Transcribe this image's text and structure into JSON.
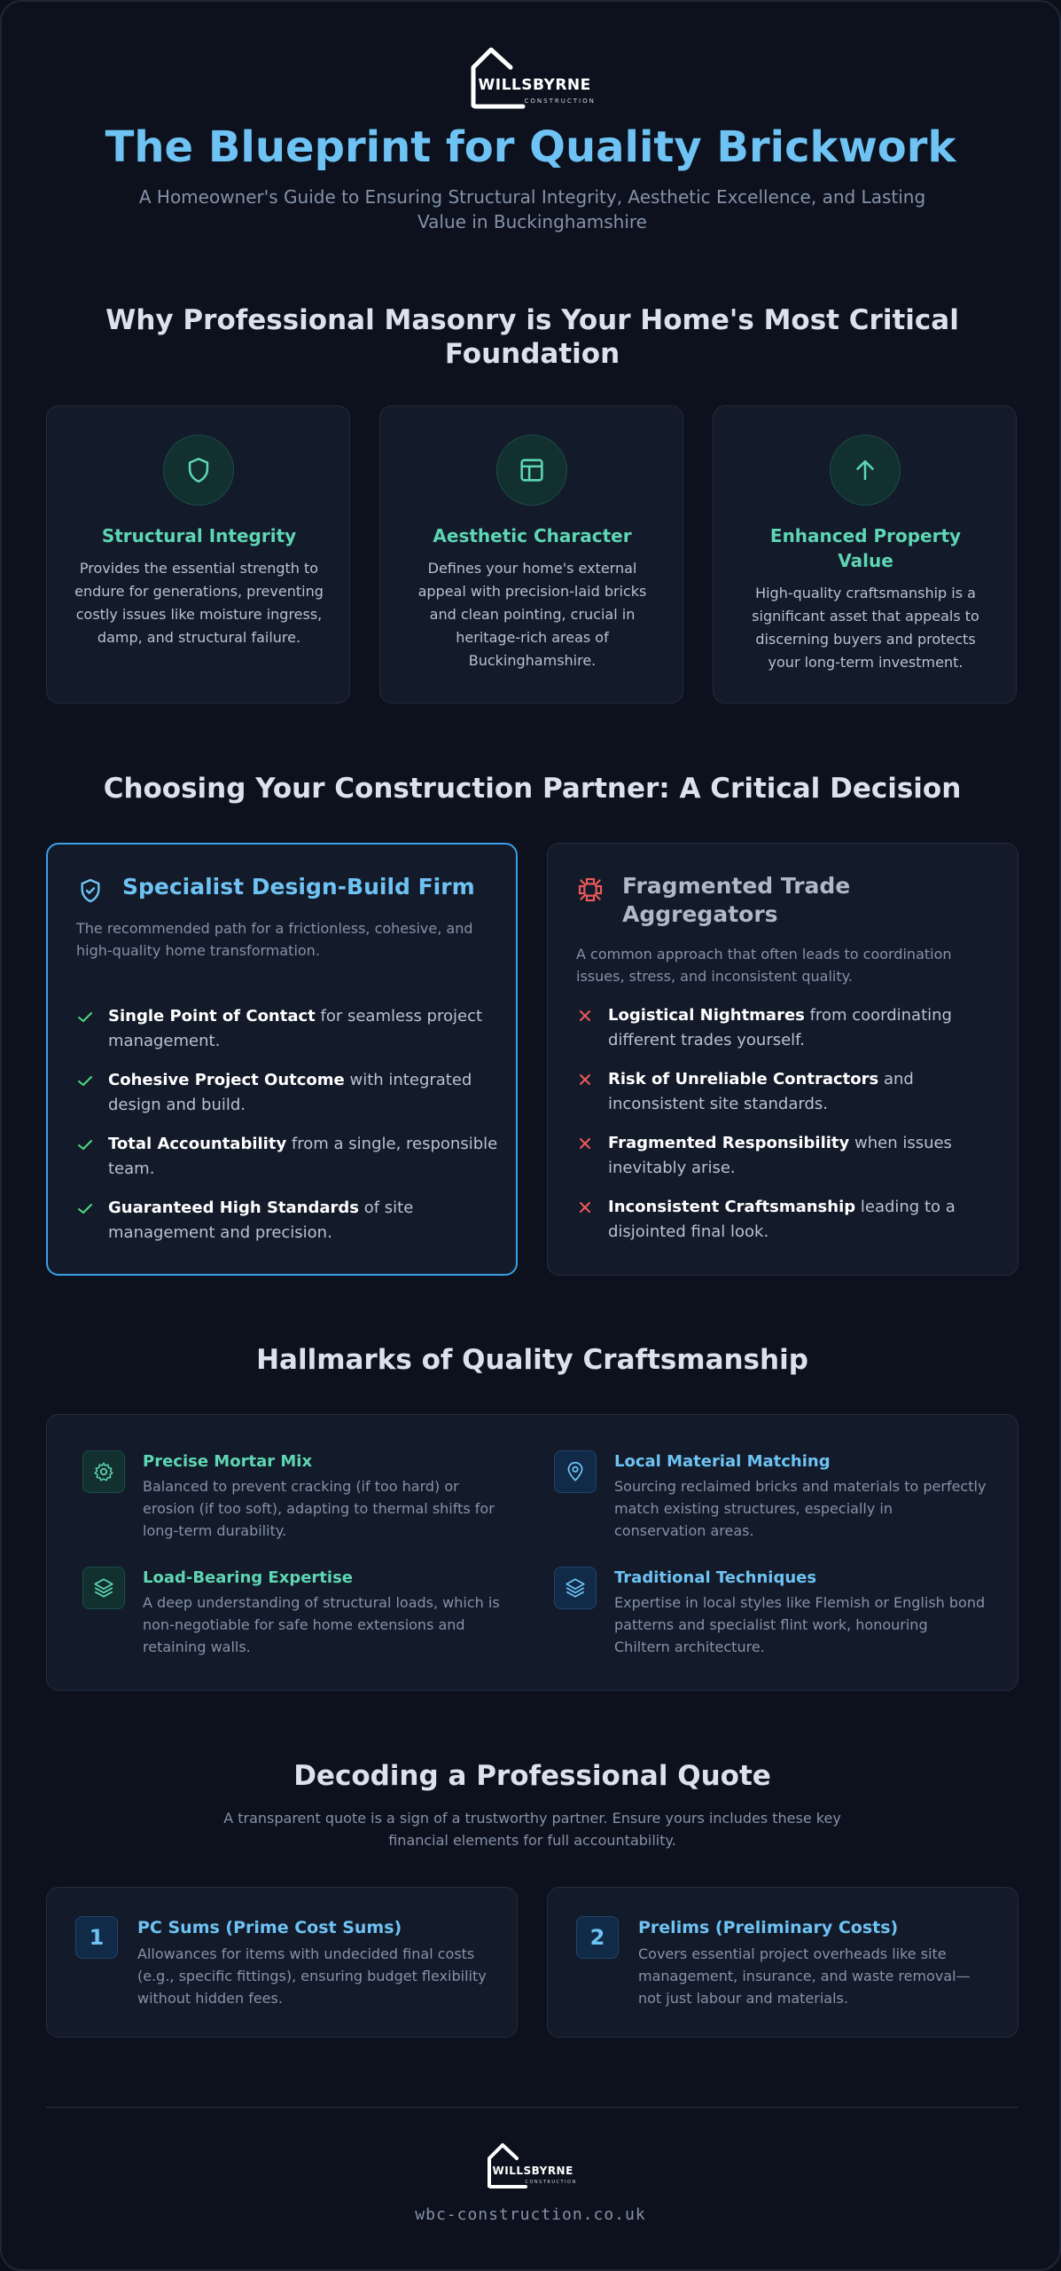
{
  "logo": {
    "word": "WILLSBYRNE",
    "sub": "CONSTRUCTION"
  },
  "header": {
    "title": "The Blueprint for Quality Brickwork",
    "subtitle": "A Homeowner's Guide to Ensuring Structural Integrity, Aesthetic Excellence, and Lasting Value in Buckinghamshire"
  },
  "why": {
    "heading": "Why Professional Masonry is Your Home's Most Critical Foundation",
    "cards": [
      {
        "icon": "shield-icon",
        "title": "Structural Integrity",
        "text": "Provides the essential strength to endure for generations, preventing costly issues like moisture ingress, damp, and structural failure."
      },
      {
        "icon": "layout-icon",
        "title": "Aesthetic Character",
        "text": "Defines your home's external appeal with precision-laid bricks and clean pointing, crucial in heritage-rich areas of Buckinghamshire."
      },
      {
        "icon": "arrow-up-icon",
        "title": "Enhanced Property Value",
        "text": "High-quality craftsmanship is a significant asset that appeals to discerning buyers and protects your long-term investment."
      }
    ]
  },
  "partner": {
    "heading": "Choosing Your Construction Partner: A Critical Decision",
    "good": {
      "title": "Specialist Design-Build Firm",
      "desc": "The recommended path for a frictionless, cohesive, and high-quality home transformation.",
      "items": [
        {
          "bold": "Single Point of Contact",
          "rest": " for seamless project management."
        },
        {
          "bold": "Cohesive Project Outcome",
          "rest": " with integrated design and build."
        },
        {
          "bold": "Total Accountability",
          "rest": " from a single, responsible team."
        },
        {
          "bold": "Guaranteed High Standards",
          "rest": " of site management and precision."
        }
      ]
    },
    "bad": {
      "title": "Fragmented Trade Aggregators",
      "desc": "A common approach that often leads to coordination issues, stress, and inconsistent quality.",
      "items": [
        {
          "bold": "Logistical Nightmares",
          "rest": " from coordinating different trades yourself."
        },
        {
          "bold": "Risk of Unreliable Contractors",
          "rest": " and inconsistent site standards."
        },
        {
          "bold": "Fragmented Responsibility",
          "rest": " when issues inevitably arise."
        },
        {
          "bold": "Inconsistent Craftsmanship",
          "rest": " leading to a disjointed final look."
        }
      ]
    }
  },
  "hallmarks": {
    "heading": "Hallmarks of Quality Craftsmanship",
    "items": [
      {
        "icon": "gear-icon",
        "title": "Precise Mortar Mix",
        "text": "Balanced to prevent cracking (if too hard) or erosion (if too soft), adapting to thermal shifts for long-term durability.",
        "color": "#5ed6b3"
      },
      {
        "icon": "map-pin-icon",
        "title": "Local Material Matching",
        "text": "Sourcing reclaimed bricks and materials to perfectly match existing structures, especially in conservation areas.",
        "color": "#6ec3f4"
      },
      {
        "icon": "layers-icon",
        "title": "Load-Bearing Expertise",
        "text": "A deep understanding of structural loads, which is non-negotiable for safe home extensions and retaining walls.",
        "color": "#5ed6b3"
      },
      {
        "icon": "layers-icon",
        "title": "Traditional Techniques",
        "text": "Expertise in local styles like Flemish or English bond patterns and specialist flint work, honouring Chiltern architecture.",
        "color": "#6ec3f4"
      }
    ]
  },
  "quote": {
    "heading": "Decoding a Professional Quote",
    "subtitle": "A transparent quote is a sign of a trustworthy partner. Ensure yours includes these key financial elements for full accountability.",
    "cards": [
      {
        "num": "1",
        "title": "PC Sums (Prime Cost Sums)",
        "text": "Allowances for items with undecided final costs (e.g., specific fittings), ensuring budget flexibility without hidden fees."
      },
      {
        "num": "2",
        "title": "Prelims (Preliminary Costs)",
        "text": "Covers essential project overheads like site management, insurance, and waste removal—not just labour and materials."
      }
    ]
  },
  "footer": {
    "url": "wbc-construction.co.uk"
  },
  "colors": {
    "accent_blue": "#6ec3f4",
    "accent_teal": "#5ed6b3",
    "check_green": "#4ade80",
    "cross_red": "#ef5a5a"
  }
}
